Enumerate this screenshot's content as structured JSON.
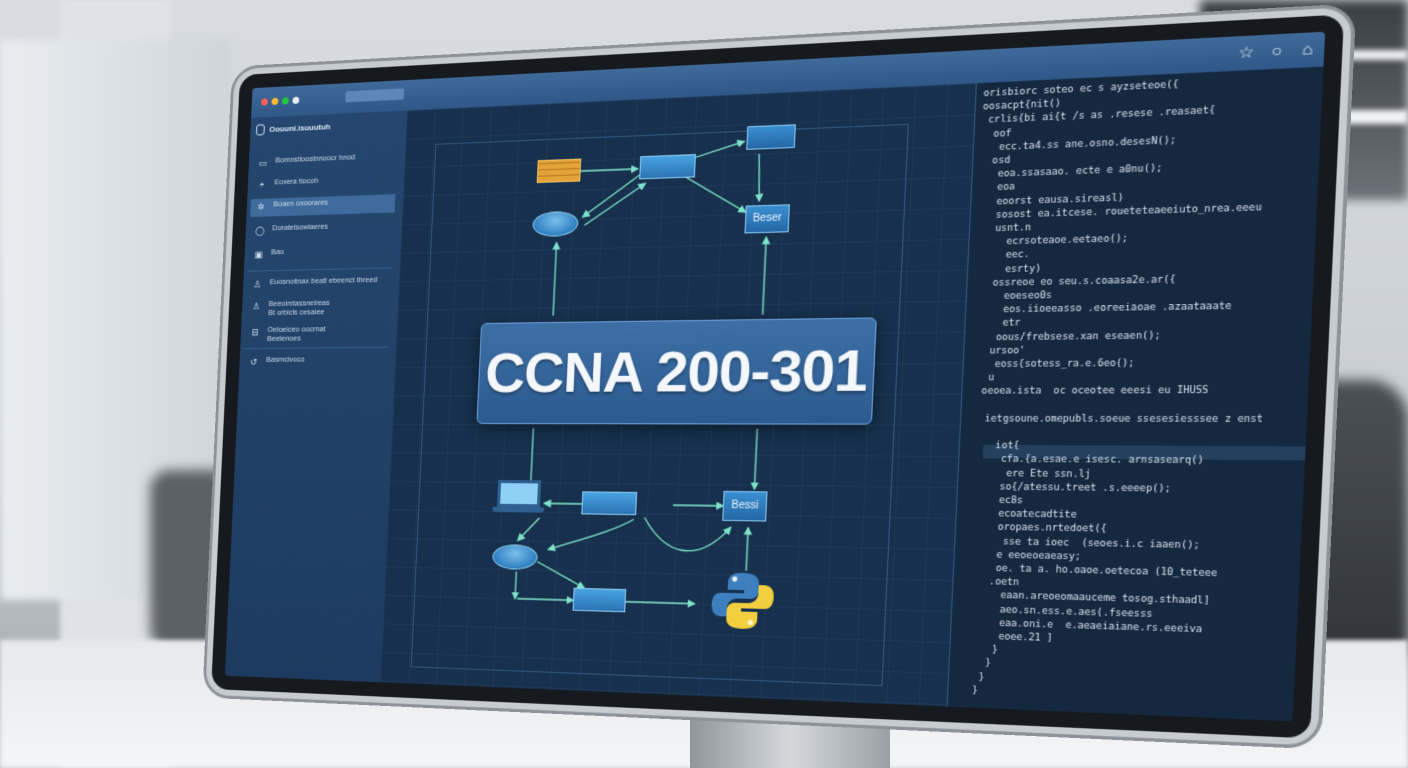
{
  "topbar": {
    "window_dots": [
      "#ff5f57",
      "#febc2e",
      "#28c840",
      "#e6eef7"
    ],
    "icons": [
      "star-icon",
      "circle-icon",
      "home-icon"
    ]
  },
  "sidebar": {
    "title": "Oouuni.isuuutuh",
    "items": [
      {
        "icon": "doc-icon",
        "label": "Bomnstloostnnoocr hnod"
      },
      {
        "icon": "user-icon",
        "label": "Eoxera tiocoh"
      },
      {
        "icon": "gear-icon",
        "label": "Boaen oxoorares"
      },
      {
        "icon": "circle-icon",
        "label": "Doratetsowiaeres"
      },
      {
        "icon": "terminal-icon",
        "label": "Bau"
      },
      {
        "icon": "person-icon",
        "label": "Euosnoitnax beatl etxrenct threed"
      },
      {
        "icon": "person-icon",
        "label": "Beeoimtassneireas\nBt orbicls cesaiee"
      },
      {
        "icon": "lock-icon",
        "label": "Oeloeiceo oocrnat\nBeelenoes"
      },
      {
        "icon": "refresh-icon",
        "label": "Basmcivoco"
      }
    ]
  },
  "diagram": {
    "title": "CCNA 200-301",
    "server_top_label": "Beser",
    "server_bottom_label": "Bessi",
    "logo": "python-logo"
  },
  "code": {
    "lines": [
      "orisbiorc soteo ec s ayzseteoe({",
      "oosacpt{nit()",
      " crlis{bi ai{t /s as .resese .reasaet{",
      "  oof",
      "   ecc.ta4.ss ane.osno.desesN();",
      "  osd",
      "   eoa.ssasaao. ecte e a0nu();",
      "   eoa",
      "   eoorst eausa.sireasl)",
      "   sosost ea.itcese. roueteteaeeiuto_nrea.eeeu",
      "   usnt.n",
      "     ecrsoteaoe.eetaeo();",
      "     eec.",
      "     esrty)",
      "   ossreoe eo seu.s.coaasa2e.ar({",
      "     eoeseo0s",
      "     eos.iioeeasso .eoreeiaoae .azaataaate",
      "     etr",
      "    oous/frebsese.xan eseaen();",
      "   ursoo'",
      "    eoss{sotess_ra.e.6eo();",
      "   u",
      "  oeoea.ista  oc oceotee eeesi eu IHUSS",
      "",
      "ietgsoune.omepubls.soeue ssesesiesssee z enst",
      "",
      "  iot{",
      "   cfa.{a.esae.e isesc. arnsasearq()",
      "    ere Ete ssn.lj",
      "   so{/atessu.treet .s.eeeep();",
      "   ec8s",
      "   ecoatecadtite",
      "   oropaes.nrtedoet({",
      "    sse ta ioec  (seoes.i.c iaaen();",
      "   e eeoeoeaeasy;",
      "   oe. ta a. ho.oaoe.oetecoa (10_teteee",
      "  .oetn",
      "    eaan.areoeomaauceme tosog.sthaadl]",
      "    aeo.sn.ess.e.aes(.fseesss",
      "    eaa.oni.e  e.aeaeiaiane.rs.eeeiva",
      "    eoee.21 ]",
      "   }",
      "  }",
      " }",
      "}"
    ]
  }
}
